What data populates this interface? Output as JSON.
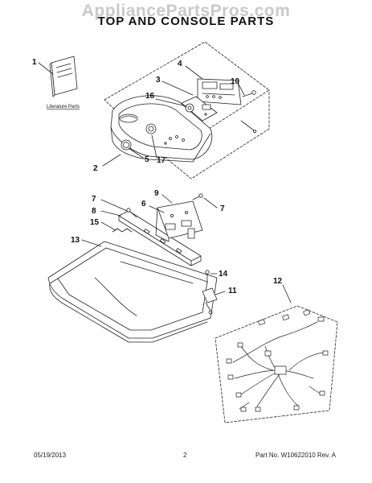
{
  "watermark": "AppliancePartsPros.com",
  "title": "TOP AND CONSOLE PARTS",
  "literature_label": "Literature Parts",
  "callouts": {
    "c1": "1",
    "c2": "2",
    "c3": "3",
    "c4": "4",
    "c5": "5",
    "c6": "6",
    "c7a": "7",
    "c7b": "7",
    "c8": "8",
    "c9": "9",
    "c10": "10",
    "c11": "11",
    "c12": "12",
    "c13": "13",
    "c14": "14",
    "c15": "15",
    "c16": "16",
    "c17": "17"
  },
  "footer": {
    "date": "05/19/2013",
    "page": "2",
    "part": "Part No. W10622010 Rev. A"
  }
}
